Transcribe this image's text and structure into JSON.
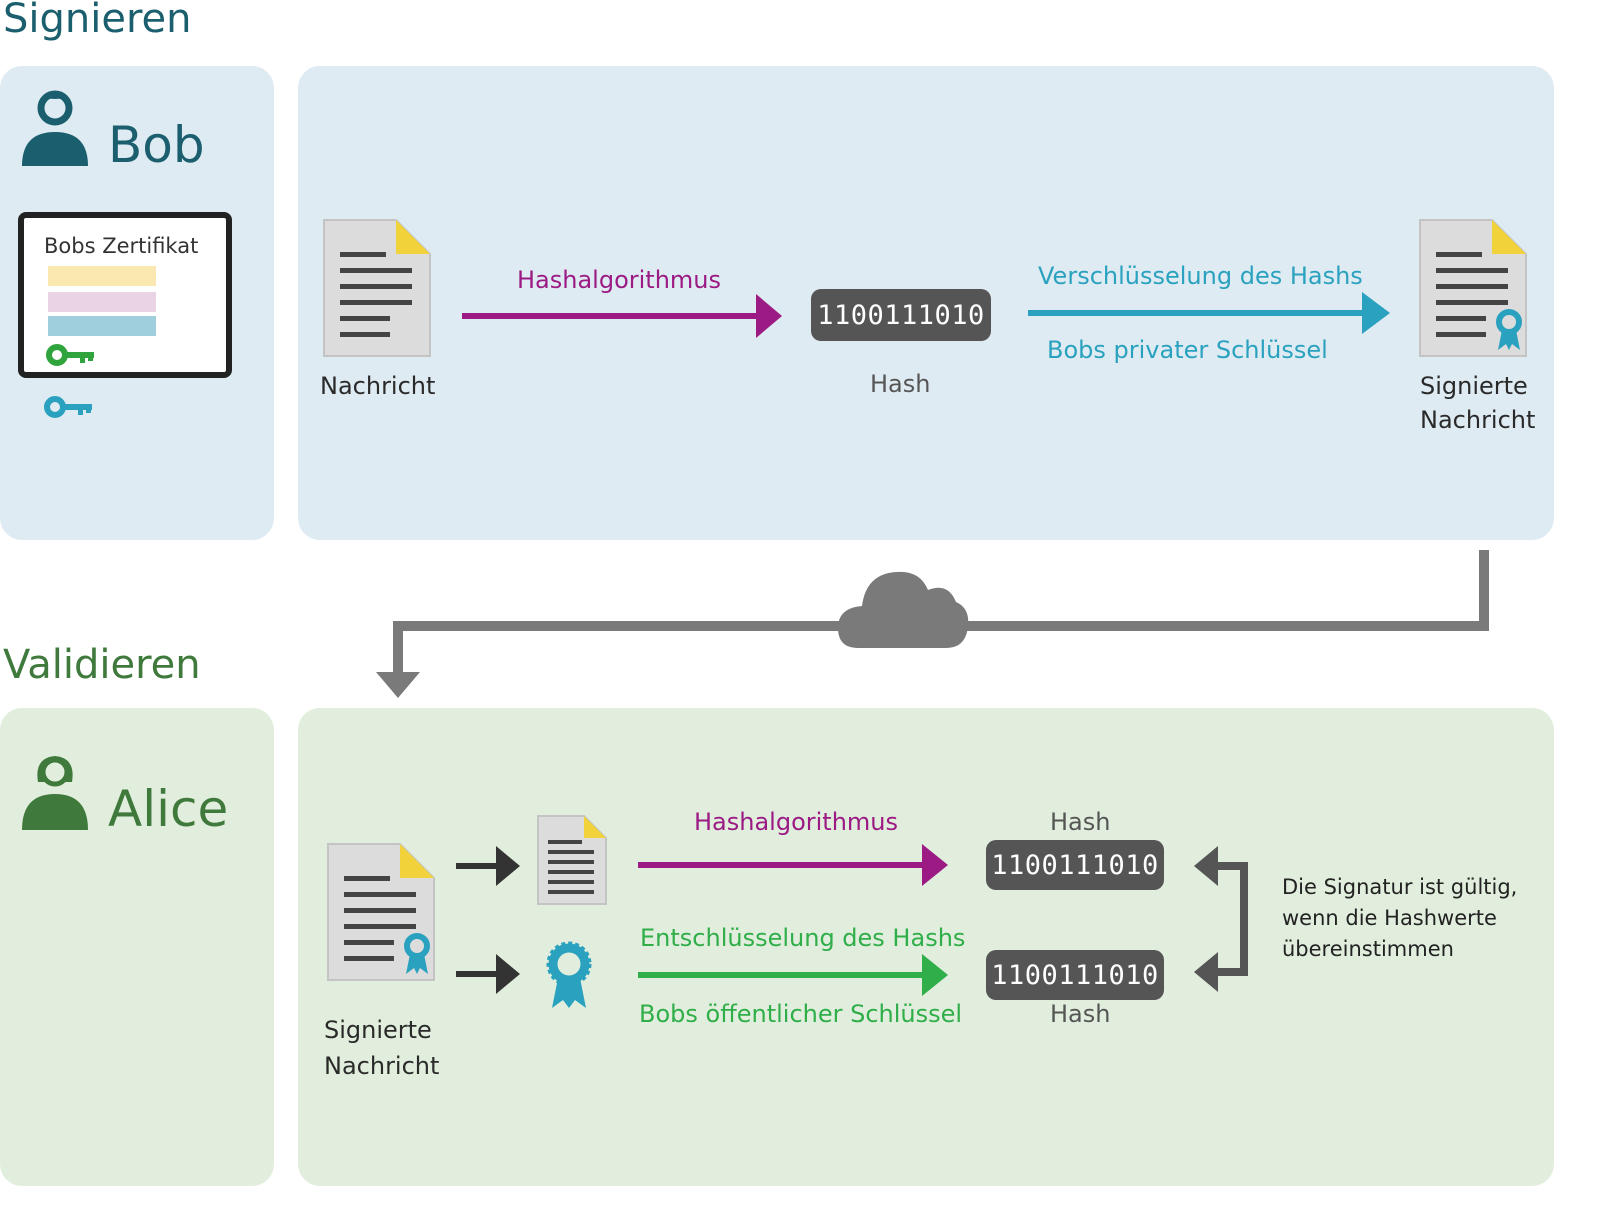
{
  "signing": {
    "section_title": "Signieren",
    "person": "Bob",
    "certificate_title": "Bobs Zertifikat",
    "message_label": "Nachricht",
    "hash_algorithm": "Hashalgorithmus",
    "hash_value": "1100111010",
    "hash_label": "Hash",
    "encrypt_label": "Verschlüsselung des Hashs",
    "private_key_label": "Bobs privater Schlüssel",
    "signed_message_line1": "Signierte",
    "signed_message_line2": "Nachricht"
  },
  "validation": {
    "section_title": "Validieren",
    "person": "Alice",
    "signed_message_line1": "Signierte",
    "signed_message_line2": "Nachricht",
    "hash_algorithm": "Hashalgorithmus",
    "decrypt_label": "Entschlüsselung des Hashs",
    "public_key_label": "Bobs öffentlicher Schlüssel",
    "hash_top_label": "Hash",
    "hash_top_value": "1100111010",
    "hash_bottom_value": "1100111010",
    "hash_bottom_label": "Hash",
    "validity_line1": "Die Signatur ist gültig,",
    "validity_line2": "wenn die Hashwerte",
    "validity_line3": "übereinstimmen"
  },
  "colors": {
    "signing_panel": "#dfebf2",
    "validation_panel": "#e1eedd",
    "signing_accent": "#1b5f6e",
    "validation_accent": "#3f7a3c",
    "hash_arrow": "#9b1a84",
    "encrypt_arrow": "#2aa2bf",
    "decrypt_arrow": "#2fae49",
    "key_green": "#2fa43c",
    "key_blue": "#2aa2bf",
    "cert_bar_yellow": "#fbe7b0",
    "cert_bar_pink": "#ead3e2",
    "cert_bar_blue": "#9fcfdd",
    "connector_gray": "#7a7a7a"
  },
  "icons": [
    "user-icon-bob",
    "user-icon-alice",
    "document-icon",
    "signed-document-icon",
    "seal-icon",
    "key-icon",
    "cloud-icon"
  ]
}
